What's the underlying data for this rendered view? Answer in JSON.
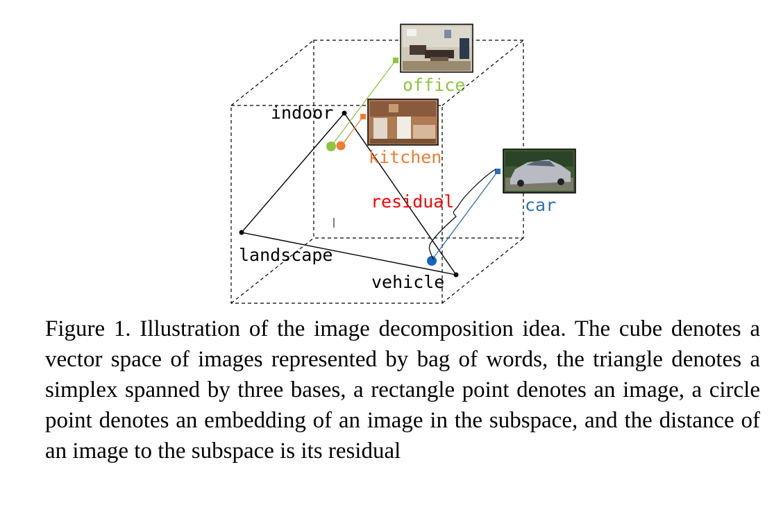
{
  "figure": {
    "labels": {
      "office": "office",
      "kitchen": "kitchen",
      "car": "car",
      "residual": "residual",
      "indoor": "indoor",
      "landscape": "landscape",
      "vehicle": "vehicle"
    },
    "colors": {
      "office": "#8cc63f",
      "kitchen": "#ee7d31",
      "car": "#2f6fba",
      "car_dot": "#1566c0",
      "residual": "#ff0000",
      "lines": "#000000"
    },
    "thumbnails": [
      "office-photo",
      "kitchen-photo",
      "car-photo"
    ]
  },
  "caption": "Figure 1. Illustration of the image decomposition idea. The cube denotes a vector space of images represented by bag of words, the triangle denotes a simplex spanned by three bases, a rectangle point denotes an image, a circle point denotes an embedding of an image in the subspace, and the distance of an image to the subspace is its residual"
}
